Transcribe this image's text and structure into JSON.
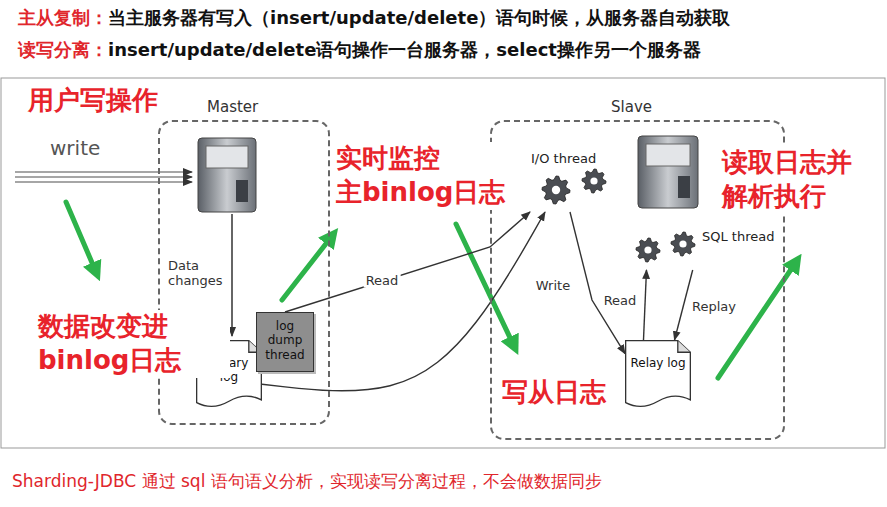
{
  "diagram": {
    "caption": "Sharding-JDBC 通过 sql 语句语义分析，实现读写分离过程，不会做数据同步",
    "nodes": [
      {
        "text": [
          "Master"
        ]
      },
      {
        "text": [
          "Binary log"
        ],
        "in": 0
      },
      {
        "text": [
          "log dump thread"
        ],
        "in": 0
      },
      {
        "text": [
          "Slave"
        ]
      },
      {
        "text": [
          "I/O thread"
        ],
        "in": 3
      },
      {
        "text": [
          "SQL thread"
        ],
        "in": 3
      },
      {
        "text": [
          "Relay log"
        ],
        "in": 3
      }
    ],
    "edges": [
      {
        "from": 2,
        "to": 4,
        "label": "Read",
        "arrow": "to"
      },
      {
        "from": 1,
        "to": 4,
        "arrow": "to"
      },
      {
        "from": 4,
        "to": 6,
        "label": "Write",
        "arrow": "to"
      },
      {
        "from": 6,
        "to": 5,
        "label": "Read",
        "arrow": "to"
      },
      {
        "from": 5,
        "to": 6,
        "label": "Replay",
        "arrow": "to"
      }
    ],
    "labels": [
      "主从复制：",
      "当主服务器有写入（insert/update/delete）语句时候，从服务器自动获取",
      "读写分离：",
      "insert/update/delete语句操作一台服务器，select操作另一个服务器",
      "用户写操作",
      "write",
      "Data changes",
      "数据改变进 binlog日志",
      "实时监控 主binlog日志",
      "写从日志",
      "读取日志并 解析执行"
    ]
  }
}
